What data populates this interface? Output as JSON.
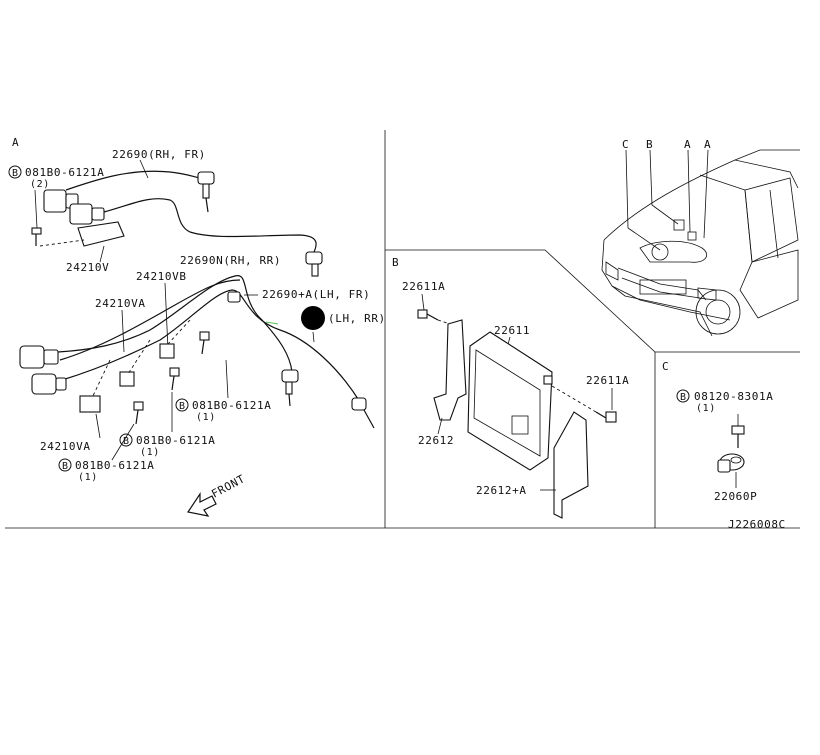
{
  "section_a": {
    "marker": "A",
    "labels": {
      "p22690_rh_fr": "22690(RH, FR)",
      "bolt_top_circ": "B",
      "bolt_top": "081B0-6121A",
      "bolt_top_qty": "(2)",
      "p24210v": "24210V",
      "p22690n": "22690N(RH, RR)",
      "p24210vb": "24210VB",
      "p24210va_top": "24210VA",
      "p22690a": "22690+A(LH, FR)",
      "lh_rr": "(LH, RR)",
      "bolt_mid_circ": "B",
      "bolt_mid": "081B0-6121A",
      "bolt_mid_qty": "(1)",
      "bolt_low_circ": "B",
      "bolt_low": "081B0-6121A",
      "bolt_low_qty": "(1)",
      "p24210va_bottom": "24210VA",
      "bolt_bot_circ": "B",
      "bolt_bot": "081B0-6121A",
      "bolt_bot_qty": "(1)",
      "front": "FRONT"
    }
  },
  "section_vehicle": {
    "callouts": [
      "C",
      "B",
      "A",
      "A"
    ]
  },
  "section_b": {
    "marker": "B",
    "labels": {
      "p22611a_left": "22611A",
      "p22611": "22611",
      "p22611a_right": "22611A",
      "p22612": "22612",
      "p22612a": "22612+A"
    }
  },
  "section_c": {
    "marker": "C",
    "labels": {
      "bolt_circ": "B",
      "bolt": "08120-8301A",
      "bolt_qty": "(1)",
      "p22060p": "22060P"
    }
  },
  "drawing_code": "J226008C"
}
